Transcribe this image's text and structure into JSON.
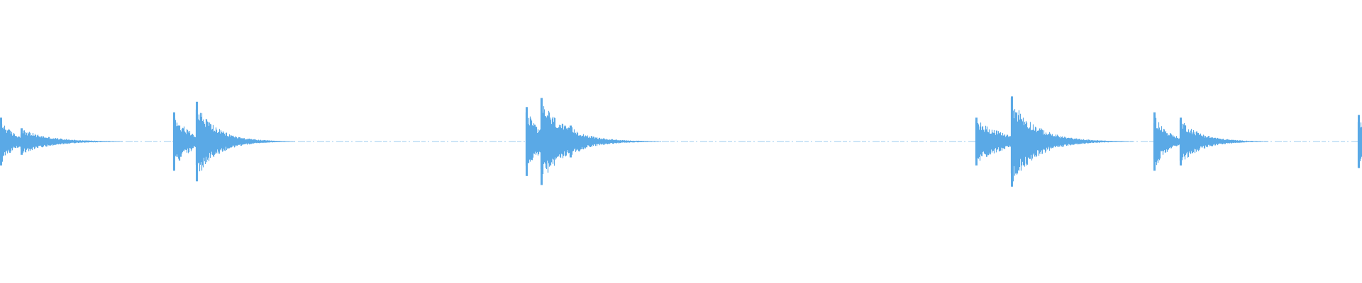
{
  "waveform": {
    "color": "#5aa9e6",
    "background": "#ffffff",
    "transients": [
      {
        "position": 0.0,
        "amplitude": 0.45,
        "decay": 0.01
      },
      {
        "position": 0.015,
        "amplitude": 0.25,
        "decay": 0.02
      },
      {
        "position": 0.127,
        "amplitude": 0.55,
        "decay": 0.012
      },
      {
        "position": 0.144,
        "amplitude": 0.75,
        "decay": 0.015
      },
      {
        "position": 0.386,
        "amplitude": 0.65,
        "decay": 0.01
      },
      {
        "position": 0.397,
        "amplitude": 0.82,
        "decay": 0.018
      },
      {
        "position": 0.418,
        "amplitude": 0.3,
        "decay": 0.015
      },
      {
        "position": 0.716,
        "amplitude": 0.45,
        "decay": 0.02
      },
      {
        "position": 0.742,
        "amplitude": 0.85,
        "decay": 0.018
      },
      {
        "position": 0.847,
        "amplitude": 0.55,
        "decay": 0.01
      },
      {
        "position": 0.866,
        "amplitude": 0.45,
        "decay": 0.015
      },
      {
        "position": 0.997,
        "amplitude": 0.5,
        "decay": 0.01
      }
    ]
  }
}
